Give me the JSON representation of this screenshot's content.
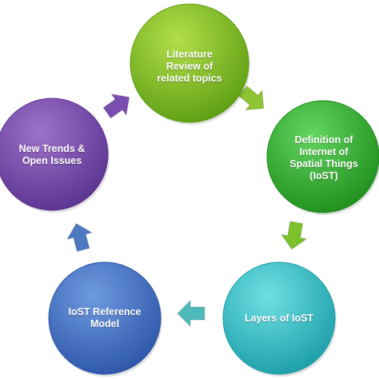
{
  "diagram": {
    "type": "cycle",
    "nodes": [
      {
        "id": "literature",
        "label": "Literature\nReview of\nrelated topics",
        "color_light": "#b2df4a",
        "color_dark": "#5c9d12"
      },
      {
        "id": "definition",
        "label": "Definition of\nInternet of\nSpatial Things\n(IoST)",
        "color_light": "#62d660",
        "color_dark": "#1f8d1b"
      },
      {
        "id": "layers",
        "label": "Layers of IoST",
        "color_light": "#6ee0e3",
        "color_dark": "#1b9da8"
      },
      {
        "id": "reference",
        "label": "IoST Reference\nModel",
        "color_light": "#6f9be0",
        "color_dark": "#2c55a8"
      },
      {
        "id": "trends",
        "label": "New Trends  &\nOpen Issues",
        "color_light": "#9d72c9",
        "color_dark": "#5a3290"
      }
    ],
    "arrows": [
      {
        "id": "arrow-literature-to-definition",
        "from": "literature",
        "to": "definition",
        "color": "#8ec334"
      },
      {
        "id": "arrow-definition-to-layers",
        "from": "definition",
        "to": "layers",
        "color": "#7cc12c"
      },
      {
        "id": "arrow-layers-to-reference",
        "from": "layers",
        "to": "reference",
        "color": "#4fb9b9"
      },
      {
        "id": "arrow-reference-to-trends",
        "from": "reference",
        "to": "trends",
        "color": "#4d79c0"
      },
      {
        "id": "arrow-trends-to-literature",
        "from": "trends",
        "to": "literature",
        "color": "#7a4cb0"
      }
    ]
  }
}
